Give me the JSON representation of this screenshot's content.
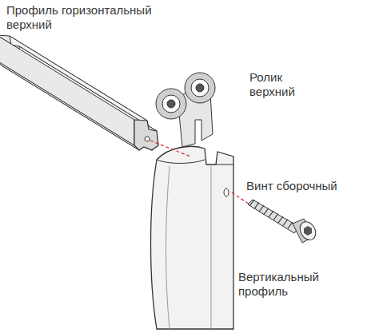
{
  "diagram": {
    "labels": [
      "Профиль горизонтальный верхний",
      "Ролик верхний",
      "Винт сборочный",
      "Вертикальный профиль"
    ]
  }
}
